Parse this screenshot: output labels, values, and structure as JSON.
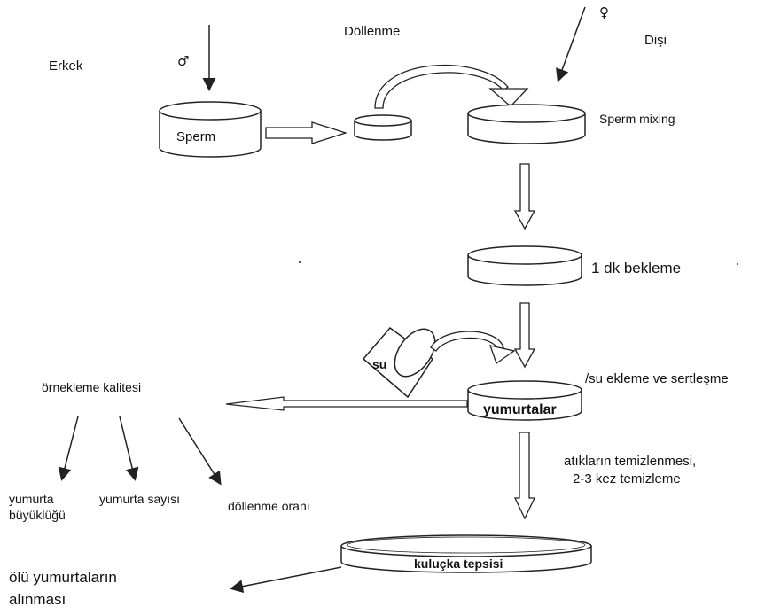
{
  "labels": {
    "male": "Erkek",
    "male_symbol": "♂",
    "fertilization": "Döllenme",
    "female": "Dişi",
    "female_symbol": "♀",
    "sperm": "Sperm",
    "sperm_mixing": "Sperm mixing",
    "wait": "1 dk bekleme",
    "water": "su",
    "water_add": "/su ekleme ve sertleşme",
    "eggs": "yumurtalar",
    "sampling_quality": "örnekleme kalitesi",
    "egg_size_line1": "yumurta",
    "egg_size_line2": "büyüklüğü",
    "egg_count": "yumurta sayısı",
    "fert_rate": "döllenme oranı",
    "cleaning_line1": "atıkların temizlenmesi,",
    "cleaning_line2": "2-3 kez temizleme",
    "tray": "kuluçka tepsisi",
    "dead_eggs_line1": "ölü yumurtaların",
    "dead_eggs_line2": "alınması"
  },
  "colors": {
    "stroke": "#222222",
    "fill": "#ffffff"
  }
}
